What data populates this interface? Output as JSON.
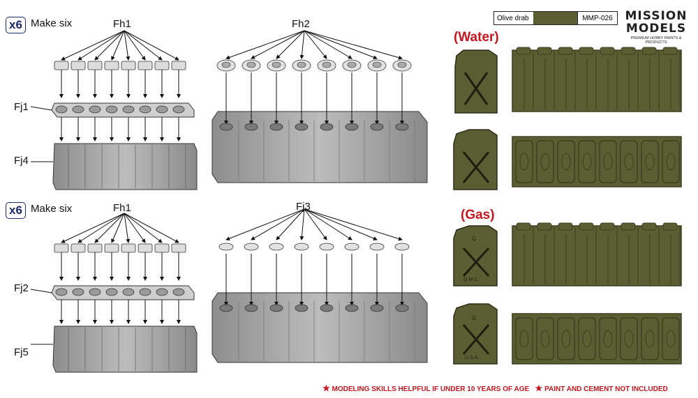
{
  "swatch": {
    "name": "Olive drab",
    "code": "MMP-026",
    "color": "#5b5e33"
  },
  "logo": {
    "line1": "MISSION",
    "line2": "MODELS",
    "tagline": "PREMIUM HOBBY PAINTS & PRODUCTS"
  },
  "sections": [
    {
      "badge": "x6",
      "make": "Make six",
      "top_part": "Fh1",
      "mid_part": "Fj1",
      "bottom_part": "Fj4",
      "right_part": "Fh2"
    },
    {
      "badge": "x6",
      "make": "Make six",
      "top_part": "Fh1",
      "mid_part": "Fj2",
      "bottom_part": "Fj5",
      "right_part": "Fj3"
    }
  ],
  "water_label": "(Water)",
  "gas_label": "(Gas)",
  "can_markings": {
    "gas_front_top": "G",
    "gas_front_bottom": "Q.M.C.",
    "gas_back_top": "G",
    "gas_back_bottom": "U.S.A."
  },
  "footer": {
    "note1": "MODELING SKILLS HELPFUL IF UNDER 10 YEARS OF AGE",
    "note2": "PAINT AND CEMENT NOT INCLUDED"
  },
  "colors": {
    "olive": "#5b5e33",
    "olive_dark": "#3c3e20",
    "grey": "#a9a9a9",
    "red": "#c8141e",
    "navy": "#1a2a6b"
  }
}
